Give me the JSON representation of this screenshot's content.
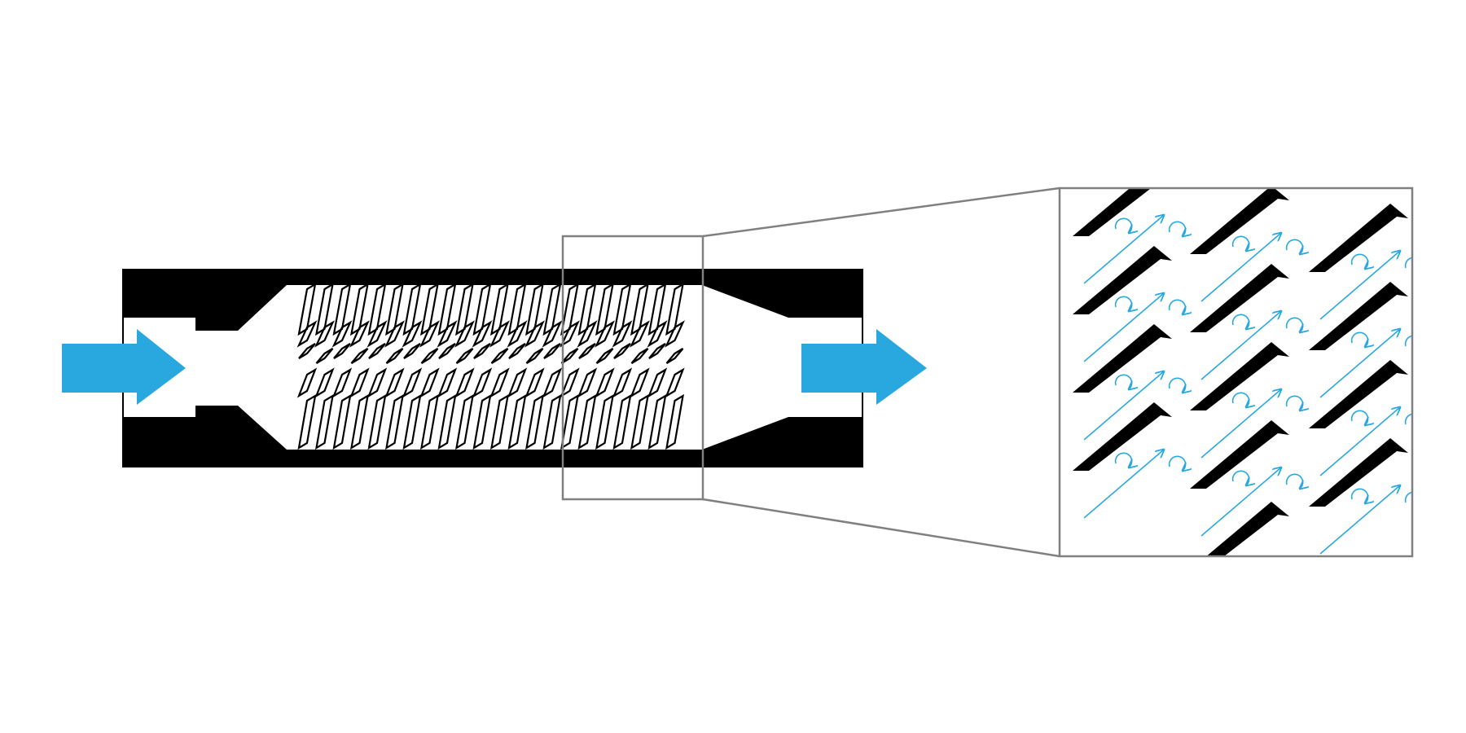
{
  "diagram": {
    "components": [
      "inlet-flow-arrow",
      "outlet-flow-arrow",
      "channel-body",
      "mixing-elements",
      "zoom-window",
      "zoom-detail"
    ],
    "detail_rows": 4,
    "detail_cols": 3,
    "colors": {
      "flow": "#29a8e0",
      "body": "#000000",
      "frame": "#808080",
      "background": "#ffffff"
    }
  }
}
